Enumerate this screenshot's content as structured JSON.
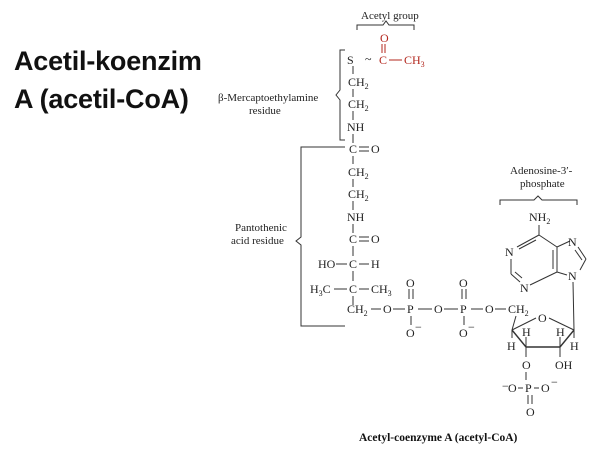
{
  "title": {
    "line1": "Acetil-koenzim",
    "line2": "A (acetil-CoA)"
  },
  "labels": {
    "acetyl_group": "Acetyl group",
    "mercapto_1": "β-Mercaptoethylamine",
    "mercapto_2": "residue",
    "pantothenic_1": "Pantothenic",
    "pantothenic_2": "acid residue",
    "adenosine_1": "Adenosine-3′-",
    "adenosine_2": "phosphate",
    "caption": "Acetyl-coenzyme A (acetyl-CoA)"
  },
  "atoms": {
    "S": "S",
    "tilde": "~",
    "C": "C",
    "O": "O",
    "CH3": "CH",
    "CH2": "CH",
    "sub2": "2",
    "sub3": "3",
    "NH": "NH",
    "NH2": "NH",
    "H": "H",
    "HO": "HO",
    "H3C": "H",
    "P": "P",
    "Ominus": "O",
    "minus": "−",
    "N": "N",
    "OH": "OH"
  },
  "colors": {
    "acetyl": "#b3271e",
    "structure": "#333333"
  }
}
